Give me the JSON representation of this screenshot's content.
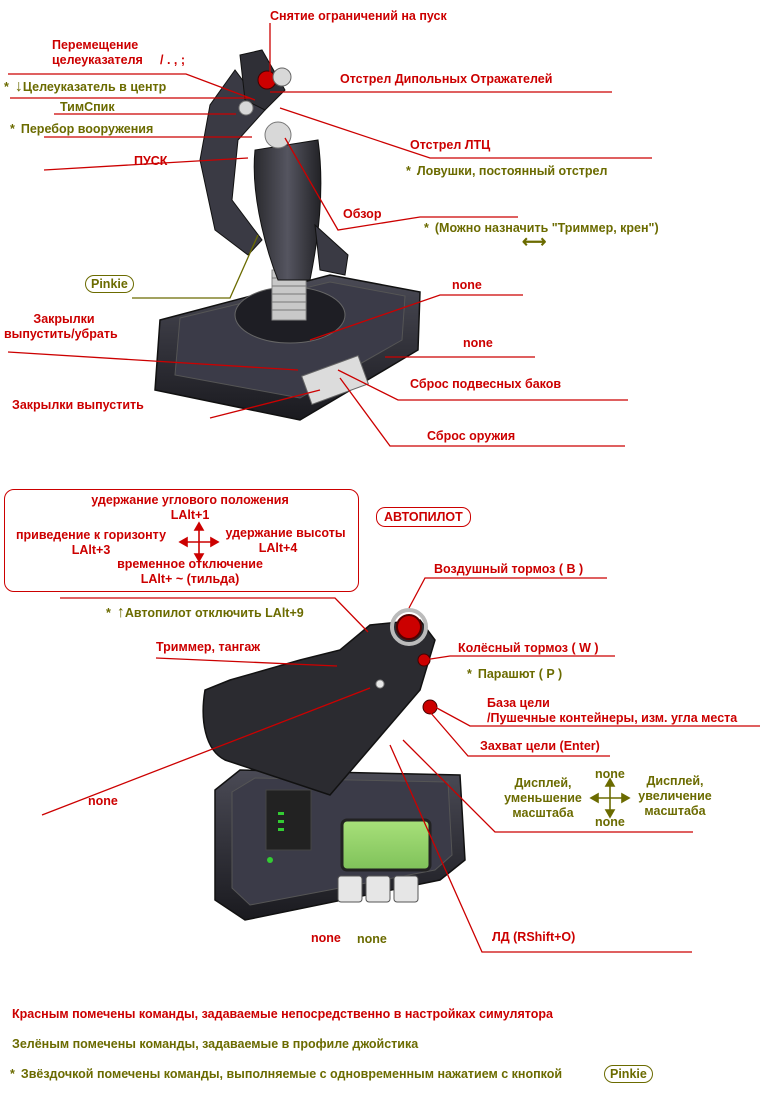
{
  "colors": {
    "command_red": "#cc0000",
    "profile_olive": "#6b6b00",
    "leader_line": "#cc0000"
  },
  "stick": {
    "safety_release": "Снятие ограничений на пуск",
    "cursor_move_line1": "Перемещение",
    "cursor_move_line2": "целеуказателя",
    "cursor_move_keys": "/ . , ;",
    "cursor_center_star": "*",
    "cursor_center_arrow": "↓",
    "cursor_center": "Целеуказатель в центр",
    "chaff": "Отстрел Дипольных Отражателей",
    "timspik": "ТимСпик",
    "weapon_cycle_star": "*",
    "weapon_cycle": "Перебор вооружения",
    "launch": "ПУСК",
    "flare": "Отстрел  ЛТЦ",
    "flare_cont_star": "*",
    "flare_cont": "Ловушки, постоянный отстрел",
    "view": "Обзор",
    "assign_star": "*",
    "assign": "(Можно назначить \"Триммер, крен\")",
    "assign_arrow": "⟷",
    "pinkie": "Pinkie",
    "none_a": "none",
    "flaps_line1": "Закрылки",
    "flaps_line2": "выпустить/убрать",
    "none_b": "none",
    "drop_tanks": "Сброс подвесных баков",
    "flaps_extend": "Закрылки выпустить",
    "drop_weapons": "Сброс оружия"
  },
  "autopilot": {
    "hold_attitude": "удержание углового положения",
    "hold_attitude_key": "LAlt+1",
    "level_horizon": "приведение к горизонту",
    "level_horizon_key": "LAlt+3",
    "hold_altitude": "удержание высоты",
    "hold_altitude_key": "LAlt+4",
    "temp_disable": "временное отключение",
    "temp_disable_key": "LAlt+ ~ (тильда)",
    "title": "АВТОПИЛОТ",
    "off_star": "*",
    "off_arrow": "↑",
    "off": "Автопилот отключить LAlt+9"
  },
  "throttle": {
    "airbrake": "Воздушный тормоз ( B )",
    "trim_pitch": "Триммер, тангаж",
    "wheel_brake": "Колёсный тормоз  ( W )",
    "chute_star": "*",
    "chute": "Парашют ( P )",
    "target_base_line1": "База цели",
    "target_base_line2": "/Пушечные контейнеры, изм. угла места",
    "lock": "Захват цели (Enter)",
    "none_left": "none",
    "display_zoom_out_1": "Дисплей,",
    "display_zoom_out_2": "уменьшение",
    "display_zoom_out_3": "масштаба",
    "display_zoom_in_1": "Дисплей,",
    "display_zoom_in_2": "увеличение",
    "display_zoom_in_3": "масштаба",
    "none_up": "none",
    "none_down": "none",
    "none_base_1": "none",
    "none_base_2": "none",
    "ld": "ЛД (RShift+O)"
  },
  "legend": {
    "red_note": "Красным помечены команды, задаваемые непосредственно в настройках симулятора",
    "green_note": "Зелёным помечены команды, задаваемые в профиле джойстика",
    "star": "*",
    "star_note": "Звёздочкой помечены команды, выполняемые с одновременным нажатием с кнопкой",
    "pinkie": "Pinkie"
  }
}
